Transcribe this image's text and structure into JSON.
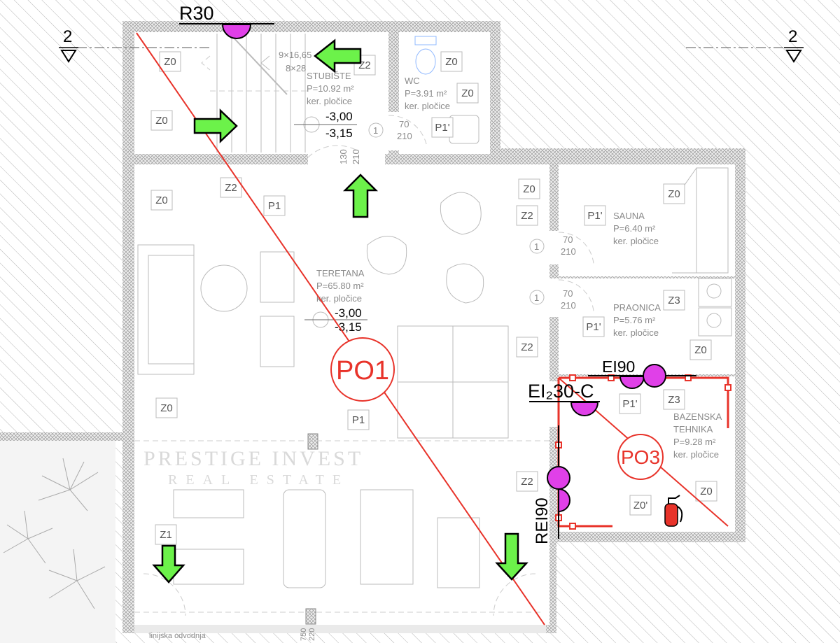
{
  "plan": {
    "section_marks": [
      "2",
      "2"
    ],
    "tags": [
      "Z0",
      "Z0",
      "Z2",
      "Z0",
      "Z0",
      "P1'",
      "Z0",
      "Z2",
      "P1",
      "Z0",
      "Z2",
      "P1'",
      "Z0",
      "Z3",
      "P1'",
      "Z2",
      "Z0",
      "P1'",
      "Z3",
      "Z0",
      "P1",
      "Z2",
      "Z0",
      "Z0'",
      "Z1"
    ],
    "rooms": {
      "stubiste": {
        "name": "STUBIŠTE",
        "area": "P=10.92 m²",
        "floor": "ker. pločice"
      },
      "wc": {
        "name": "WC",
        "area": "P=3.91 m²",
        "floor": "ker. pločice"
      },
      "teretana": {
        "name": "TERETANA",
        "area": "P=65.80 m²",
        "floor": "ker. pločice"
      },
      "sauna": {
        "name": "SAUNA",
        "area": "P=6.40 m²",
        "floor": "ker. pločice"
      },
      "praonica": {
        "name": "PRAONICA",
        "area": "P=5.76 m²",
        "floor": "ker. pločice"
      },
      "bazenska": {
        "name1": "BAZENSKA",
        "name2": "TEHNIKA",
        "area": "P=9.28 m²",
        "floor": "ker. pločice"
      }
    },
    "stairs": {
      "line1": "9×16,65",
      "line2": "8×28"
    },
    "levels": [
      {
        "top": "-3,00",
        "bottom": "-3,15"
      },
      {
        "top": "-3,00",
        "bottom": "-3,15"
      }
    ],
    "doors": [
      {
        "num": "1",
        "w": "70",
        "h": "210"
      },
      {
        "num": "1",
        "w": "70",
        "h": "210"
      },
      {
        "num": "1",
        "w": "70",
        "h": "210"
      }
    ],
    "stair_door": {
      "w": "130",
      "h": "210"
    },
    "bottom_dims": {
      "a": "750",
      "b": "220"
    },
    "note": "linijska odvodnja",
    "fire": {
      "r30": "R30",
      "ei90": "EI90",
      "ei230c": "EI₂30-C",
      "rei90": "REI90",
      "po1": "PO1",
      "po3": "PO3"
    },
    "watermark": [
      "PRESTIGE INVEST",
      "REAL ESTATE"
    ],
    "colors": {
      "fire_line": "#e8332a",
      "fire_seal": "#e040e8",
      "exit_arrow": "#6cf24a"
    }
  }
}
